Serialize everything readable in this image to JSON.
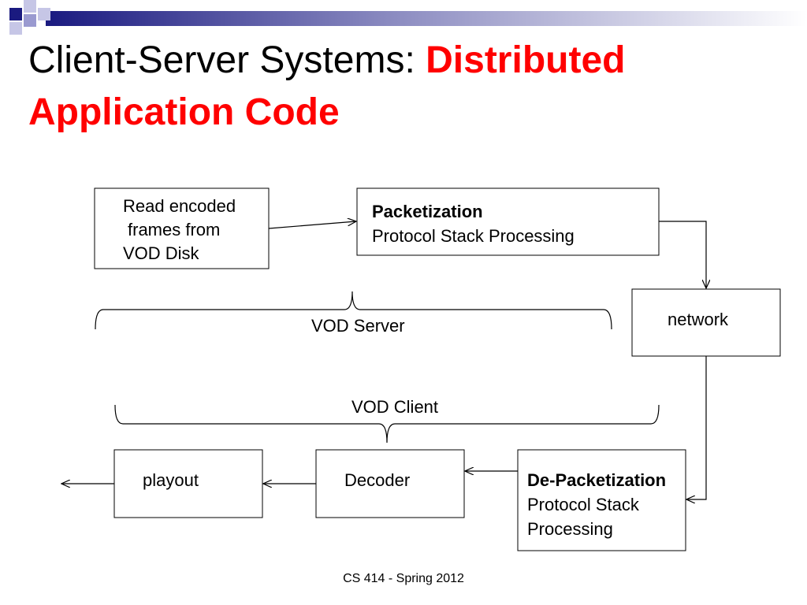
{
  "slide": {
    "title_plain": "Client-Server Systems: ",
    "title_accent_line1": "Distributed",
    "title_accent_line2": "Application Code",
    "accent_color": "#ff0000",
    "footer": "CS 414 - Spring 2012"
  },
  "diagram": {
    "read_box": {
      "line1": "Read encoded",
      "line2": "frames from",
      "line3": "VOD Disk"
    },
    "packetization_box": {
      "heading": "Packetization",
      "line2": "Protocol Stack Processing"
    },
    "network_box": {
      "label": "network"
    },
    "server_brace_label": "VOD Server",
    "client_brace_label": "VOD Client",
    "depacketization_box": {
      "heading": "De-Packetization",
      "line2": "Protocol Stack",
      "line3": "Processing"
    },
    "decoder_box": {
      "label": "Decoder"
    },
    "playout_box": {
      "label": "playout"
    }
  }
}
